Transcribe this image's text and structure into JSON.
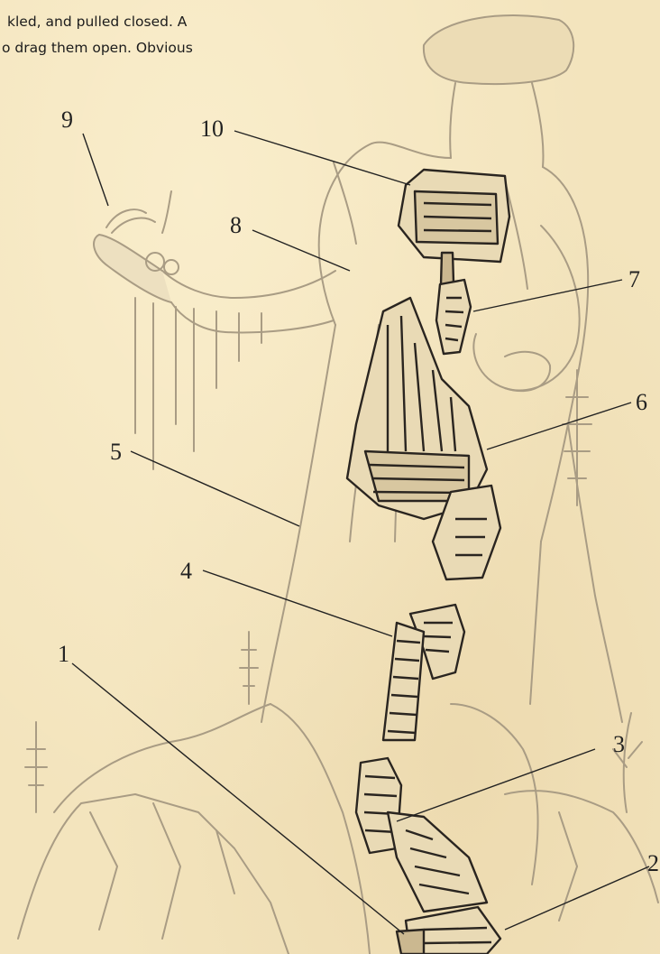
{
  "text": {
    "line1": "kled, and pulled closed. A",
    "line2": "o drag them open. Obvious"
  },
  "callouts": [
    {
      "number": "1"
    },
    {
      "number": "2"
    },
    {
      "number": "3"
    },
    {
      "number": "4"
    },
    {
      "number": "5"
    },
    {
      "number": "6"
    },
    {
      "number": "7"
    },
    {
      "number": "8"
    },
    {
      "number": "9"
    },
    {
      "number": "10"
    }
  ],
  "colors": {
    "parchment": "#f3e4bd",
    "statue_line": "#a89a82",
    "ink": "#2a2520",
    "room_fill": "#e8d9b6"
  }
}
